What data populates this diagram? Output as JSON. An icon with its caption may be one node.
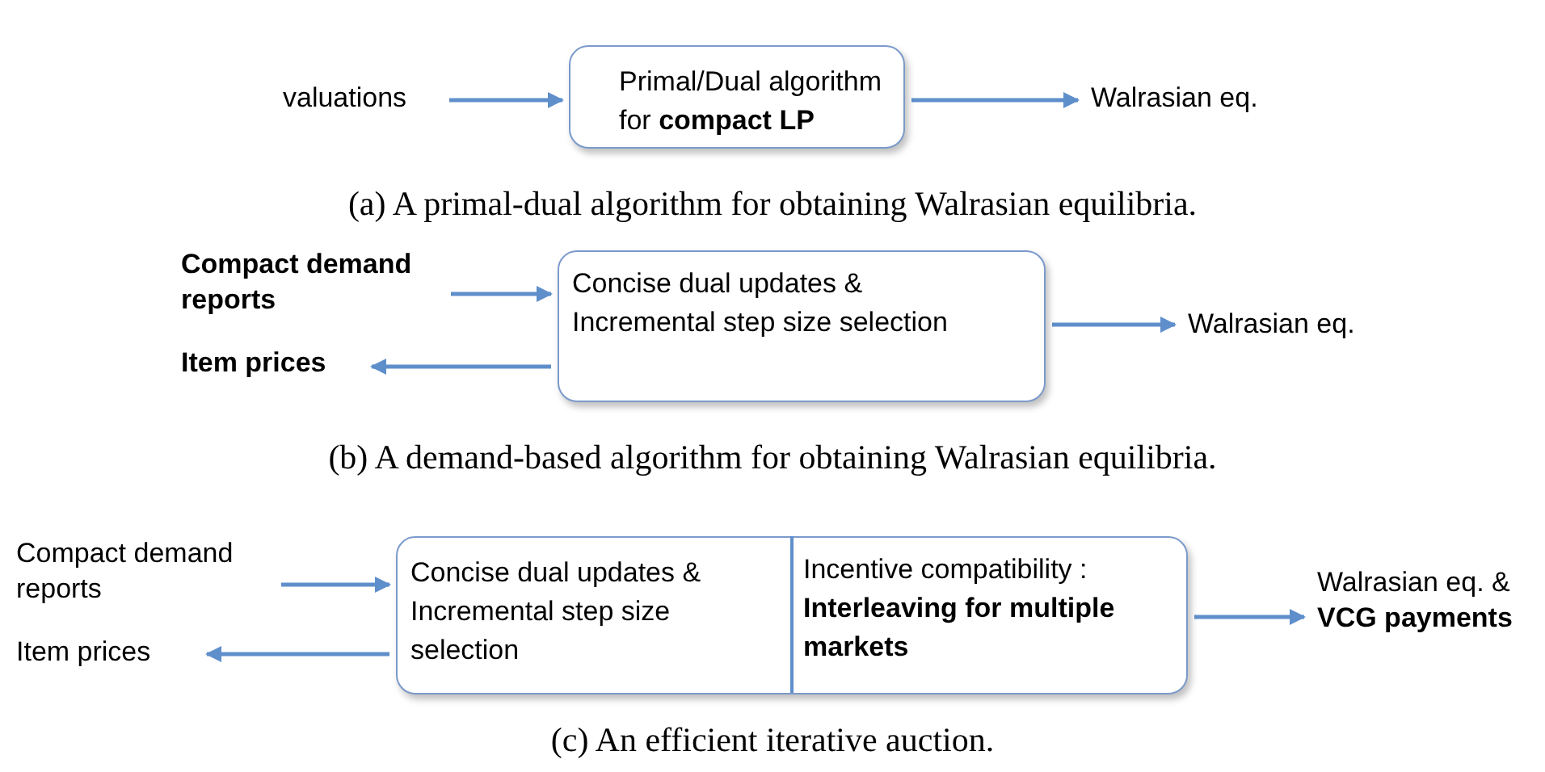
{
  "diagram": {
    "nodes": [
      {
        "text": [
          "valuations"
        ]
      },
      {
        "text": [
          "Primal/Dual algorithm for **compact LP**"
        ]
      },
      {
        "text": [
          "Walrasian eq."
        ]
      },
      {
        "text": [
          "Compact demand reports"
        ]
      },
      {
        "text": [
          "Item prices"
        ]
      },
      {
        "text": [
          "Concise dual updates & Incremental step size selection"
        ]
      },
      {
        "text": [
          "Walrasian eq."
        ]
      },
      {
        "text": [
          "Compact demand reports"
        ]
      },
      {
        "text": [
          "Item prices"
        ]
      },
      {
        "text": [
          "Concise dual updates & Incremental step size selection",
          "Incentive compatibility : **Interleaving for multiple markets**"
        ]
      },
      {
        "text": [
          "Walrasian eq. & **VCG payments**"
        ]
      }
    ],
    "edges": [
      {
        "from": 0,
        "to": 1,
        "arrow": "to"
      },
      {
        "from": 1,
        "to": 2,
        "arrow": "to"
      },
      {
        "from": 3,
        "to": 5,
        "arrow": "to"
      },
      {
        "from": 5,
        "to": 4,
        "arrow": "to"
      },
      {
        "from": 5,
        "to": 6,
        "arrow": "to"
      },
      {
        "from": 7,
        "to": 9,
        "arrow": "to"
      },
      {
        "from": 9,
        "to": 8,
        "arrow": "to"
      },
      {
        "from": 9,
        "to": 10,
        "arrow": "to"
      }
    ],
    "labels": [
      "(a) A primal-dual algorithm for obtaining Walrasian equilibria.",
      "(b) A demand-based algorithm for obtaining Walrasian equilibria.",
      "(c) An efficient iterative auction."
    ]
  }
}
